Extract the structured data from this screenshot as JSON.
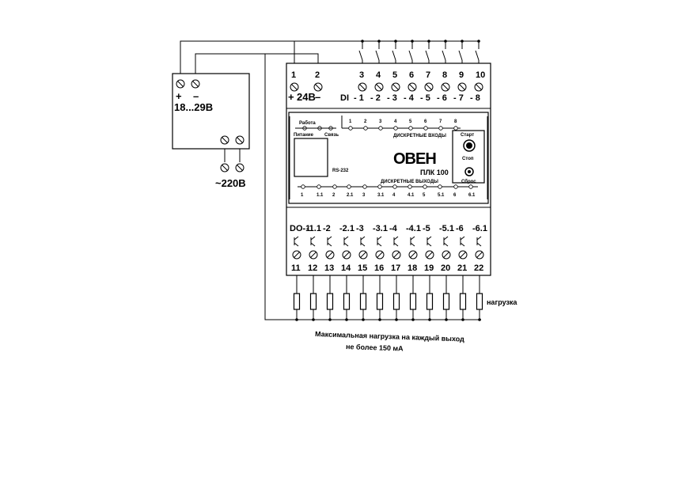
{
  "power_supply": {
    "plus_label": "+",
    "minus_label": "–",
    "voltage_label": "18...29В",
    "ac_label": "~220В"
  },
  "plc": {
    "brand": "ОВЕН",
    "model": "ПЛК 100",
    "led_power": "Питание",
    "led_work": "Работа",
    "led_link": "Связь",
    "port_label": "RS-232",
    "inputs_caption": "ДИСКРЕТНЫЕ ВХОДЫ",
    "outputs_caption": "ДИСКРЕТНЫЕ ВЫХОДЫ",
    "start_stop_label_1": "Старт",
    "start_stop_label_2": "Стоп",
    "reset_label": "Сброс",
    "top_terminal_numbers": [
      "1",
      "2",
      "3",
      "4",
      "5",
      "6",
      "7",
      "8",
      "9",
      "10"
    ],
    "top_terminal_signs": [
      "+",
      "24В",
      "–",
      "DI",
      "- 1",
      "- 2",
      "- 3",
      "- 4",
      "- 5",
      "- 6",
      "- 7",
      "- 8"
    ],
    "input_led_numbers": [
      "1",
      "2",
      "3",
      "4",
      "5",
      "6",
      "7",
      "8"
    ],
    "output_led_numbers": [
      "1",
      "1.1",
      "2",
      "2.1",
      "3",
      "3.1",
      "4",
      "4.1",
      "5",
      "5.1",
      "6",
      "6.1"
    ],
    "bottom_terminal_labels": [
      "DO-1",
      "-1.1",
      "-2",
      "-2.1",
      "-3",
      "-3.1",
      "-4",
      "-4.1",
      "-5",
      "-5.1",
      "-6",
      "-6.1"
    ],
    "bottom_terminal_numbers": [
      "11",
      "12",
      "13",
      "14",
      "15",
      "16",
      "17",
      "18",
      "19",
      "20",
      "21",
      "22"
    ]
  },
  "load_label": "нагрузка",
  "note_line_1": "Максимальная нагрузка на каждый выход",
  "note_line_2": "не более 150 мА"
}
